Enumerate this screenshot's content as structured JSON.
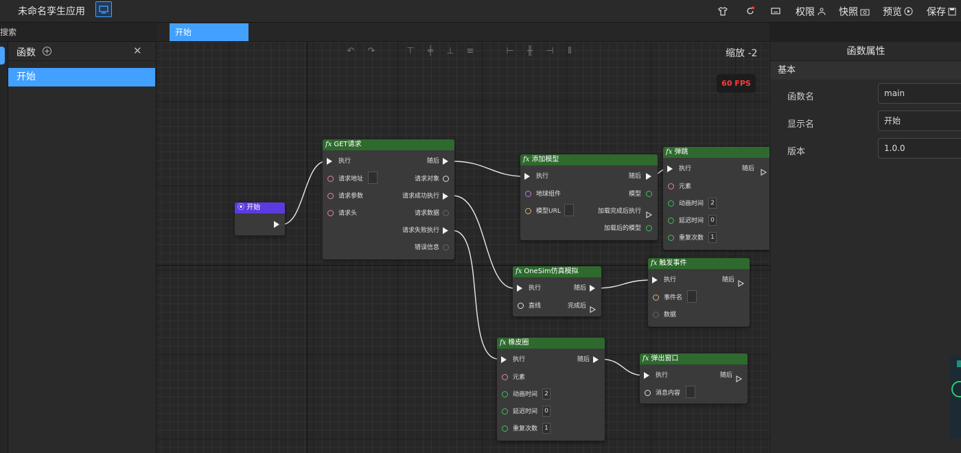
{
  "app": {
    "title": "未命名孪生应用"
  },
  "topbar": {
    "permission": "权限",
    "snapshot": "快照",
    "preview": "预览",
    "save": "保存"
  },
  "left": {
    "search_title": "搜索",
    "panel_title": "函数",
    "items": [
      "开始"
    ]
  },
  "tabs": [
    "开始"
  ],
  "canvas": {
    "zoom": "缩放 -2",
    "fps": "60 FPS"
  },
  "nodes": {
    "start": {
      "title": "开始"
    },
    "get": {
      "title": "GET请求",
      "in": [
        "执行",
        "请求地址",
        "请求参数",
        "请求头"
      ],
      "out": [
        "随后",
        "请求对象",
        "请求成功执行",
        "请求数据",
        "请求失败执行",
        "错误信息"
      ]
    },
    "add": {
      "title": "添加模型",
      "in": [
        "执行",
        "地球组件",
        "模型URL"
      ],
      "out": [
        "随后",
        "模型",
        "加载完成后执行",
        "加载后的模型"
      ]
    },
    "bounce": {
      "title": "弹跳",
      "in": [
        "执行",
        "元素",
        "动画时间",
        "延迟时间",
        "重复次数"
      ],
      "out": [
        "随后"
      ],
      "vals": [
        "2",
        "0",
        "1"
      ]
    },
    "onesim": {
      "title": "OneSim仿真模拟",
      "in": [
        "执行",
        "直线"
      ],
      "out": [
        "随后",
        "完成后"
      ]
    },
    "trigger": {
      "title": "触发事件",
      "in": [
        "执行",
        "事件名",
        "数据"
      ],
      "out": [
        "随后"
      ]
    },
    "rubber": {
      "title": "橡皮圈",
      "in": [
        "执行",
        "元素",
        "动画时间",
        "延迟时间",
        "重复次数"
      ],
      "out": [
        "随后"
      ],
      "vals": [
        "2",
        "0",
        "1"
      ]
    },
    "popup": {
      "title": "弹出窗口",
      "in": [
        "执行",
        "消息内容"
      ],
      "out": [
        "随后"
      ]
    }
  },
  "props": {
    "title": "函数属性",
    "section": "基本",
    "fields": [
      {
        "label": "函数名",
        "value": "main"
      },
      {
        "label": "显示名",
        "value": "开始"
      },
      {
        "label": "版本",
        "value": "1.0.0"
      }
    ]
  },
  "colors": {
    "accent": "#42a0ff",
    "node_header": "#2e6a2e",
    "start_header": "#5d3ae0",
    "fps": "#ff3b3b"
  }
}
